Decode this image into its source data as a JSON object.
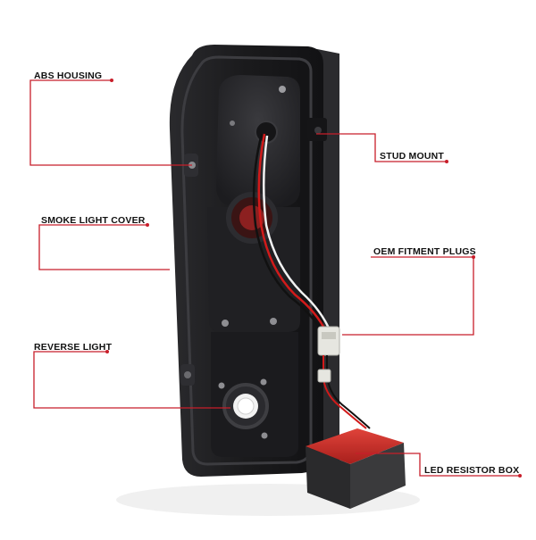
{
  "colors": {
    "leader_line": "#c81e2a",
    "background": "#ffffff",
    "housing": "#1e1e20"
  },
  "labels": {
    "abs_housing": "ABS HOUSING",
    "smoke_light_cover": "SMOKE LIGHT COVER",
    "reverse_light": "REVERSE LIGHT",
    "stud_mount": "STUD MOUNT",
    "oem_fitment_plugs": "OEM FITMENT PLUGS",
    "led_resistor_box": "LED RESISTOR BOX"
  }
}
